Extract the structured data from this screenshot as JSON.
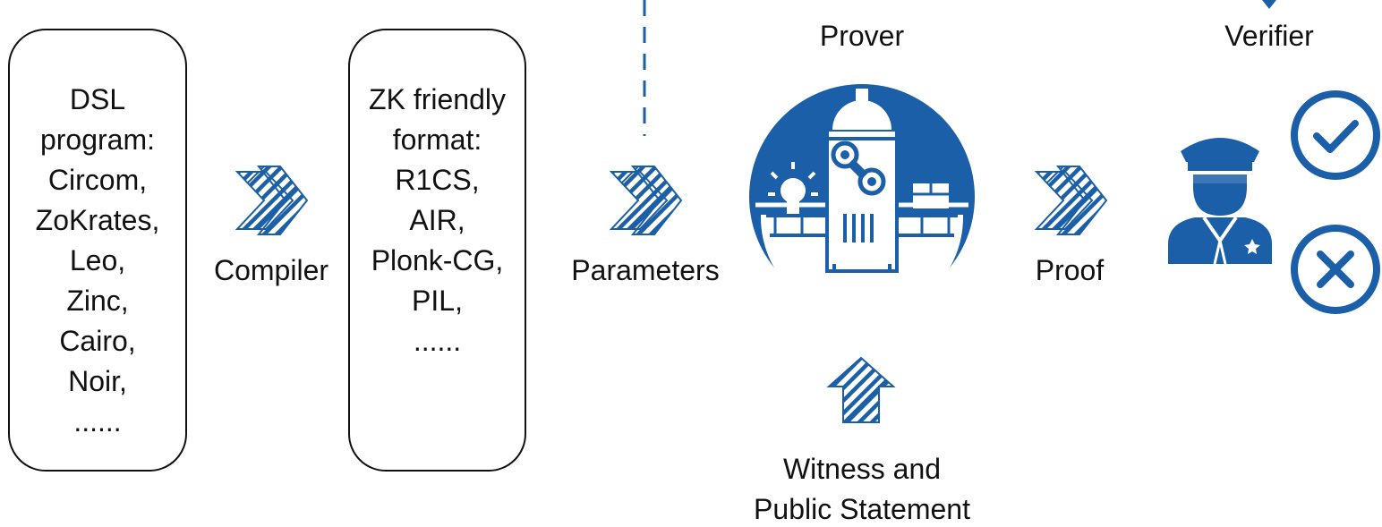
{
  "dsl_box": {
    "lines": [
      "DSL",
      "program:",
      "Circom,",
      "ZoKrates,",
      "Leo,",
      "Zinc,",
      "Cairo,",
      "Noir,",
      "......"
    ]
  },
  "zk_box": {
    "lines": [
      "ZK friendly",
      "format:",
      "R1CS,",
      "AIR,",
      "Plonk-CG,",
      "PIL,",
      "......"
    ]
  },
  "labels": {
    "compiler": "Compiler",
    "parameters": "Parameters",
    "prover": "Prover",
    "proof": "Proof",
    "verifier": "Verifier",
    "witness_line1": "Witness and",
    "witness_line2": "Public Statement"
  },
  "colors": {
    "accent": "#1b5fa8",
    "text": "#111111"
  },
  "icons": {
    "arrow": "hatched-chevron-arrow-icon",
    "prover": "robot-machine-icon",
    "verifier": "police-officer-icon",
    "accept": "checkmark-circle-icon",
    "reject": "x-circle-icon"
  }
}
